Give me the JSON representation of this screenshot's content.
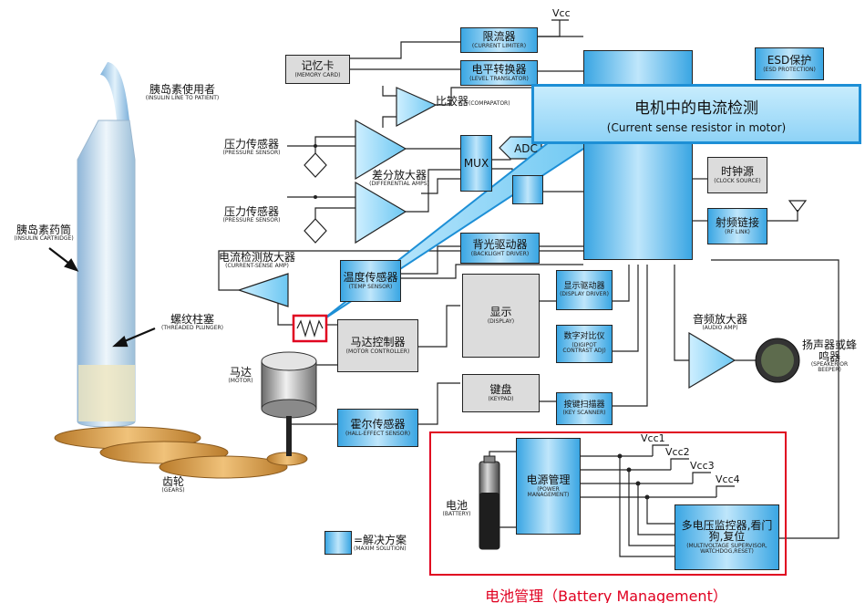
{
  "callout": {
    "title": "电机中的电流检测",
    "subtitle": "(Current sense resistor in motor)"
  },
  "battery_section": {
    "title": "电池管理（Battery Management）"
  },
  "blocks": {
    "current_limiter": {
      "cn": "限流器",
      "en": "(CURRENT LIMITER)"
    },
    "memory_card": {
      "cn": "记忆卡",
      "en": "(MEMORY CARD)"
    },
    "level_translator": {
      "cn": "电平转换器",
      "en": "(LEVEL TRANSLATOR)"
    },
    "esd": {
      "cn": "ESD保护",
      "en": "(ESD PROTECTION)"
    },
    "mux": {
      "cn": "MUX",
      "en": ""
    },
    "adc": {
      "cn": "ADC",
      "en": ""
    },
    "clock": {
      "cn": "时钟源",
      "en": "(CLOCK SOURCE)"
    },
    "rf": {
      "cn": "射频链接",
      "en": "(RF LINK)"
    },
    "backlight": {
      "cn": "背光驱动器",
      "en": "(BACKLIGHT DRIVER)"
    },
    "temp": {
      "cn": "温度传感器",
      "en": "(TEMP SENSOR)"
    },
    "display": {
      "cn": "显示",
      "en": "(DISPLAY)"
    },
    "display_driver": {
      "cn": "显示驱动器",
      "en": "(DISPLAY DRIVER)"
    },
    "motor_ctrl": {
      "cn": "马达控制器",
      "en": "(MOTOR CONTROLLER)"
    },
    "digipot": {
      "cn": "数字对比仪",
      "en": "(DIGIPOT CONTRAST ADJ)"
    },
    "keypad": {
      "cn": "键盘",
      "en": "(KEYPAD)"
    },
    "key_scanner": {
      "cn": "按键扫描器",
      "en": "(KEY SCANNER)"
    },
    "hall": {
      "cn": "霍尔传感器",
      "en": "(HALL-EFFECT SENSOR)"
    },
    "power_mgmt": {
      "cn": "电源管理",
      "en": "(POWER MANAGEMENT)"
    },
    "supervisor": {
      "cn": "多电压监控器,看门狗,复位",
      "en": "(MULTIVOLTAGE SUPERVISOR, WATCHDOG,RESET)"
    }
  },
  "labels": {
    "vcc": "Vcc",
    "vcc1": "Vcc1",
    "vcc2": "Vcc2",
    "vcc3": "Vcc3",
    "vcc4": "Vcc4",
    "comparator": {
      "cn": "比较器",
      "en": "(COMPAPATOR)"
    },
    "pressure1": {
      "cn": "压力传感器",
      "en": "(PRESSURE SENSOR)"
    },
    "pressure2": {
      "cn": "压力传感器",
      "en": "(PRESSURE SENSOR)"
    },
    "diff_amp": {
      "cn": "差分放大器",
      "en": "(DIFFERENTIAL AMPS)"
    },
    "current_sense_amp": {
      "cn": "电流检测放大器",
      "en": "(CURRENT-SENSE AMP)"
    },
    "audio_amp": {
      "cn": "音频放大器",
      "en": "(AUDIO AMP)"
    },
    "speaker": {
      "cn": "扬声器或蜂鸣器",
      "en": "(SPEAKER OR BEEPER)"
    },
    "insulin_user": {
      "cn": "胰岛素使用者",
      "en": "(INSULIN LINE TO PATIENT)"
    },
    "cartridge": {
      "cn": "胰岛素药筒",
      "en": "(INSULIN CARTRIDGE)"
    },
    "plunger": {
      "cn": "螺纹柱塞",
      "en": "(THREADED PLUNGER)"
    },
    "motor": {
      "cn": "马达",
      "en": "(MOTOR)"
    },
    "gears": {
      "cn": "齿轮",
      "en": "(GEARS)"
    },
    "battery": {
      "cn": "电池",
      "en": "(BATTERY)"
    },
    "legend": {
      "cn": "=解决方案",
      "en": "(MAXIM SOLUTION)"
    }
  }
}
